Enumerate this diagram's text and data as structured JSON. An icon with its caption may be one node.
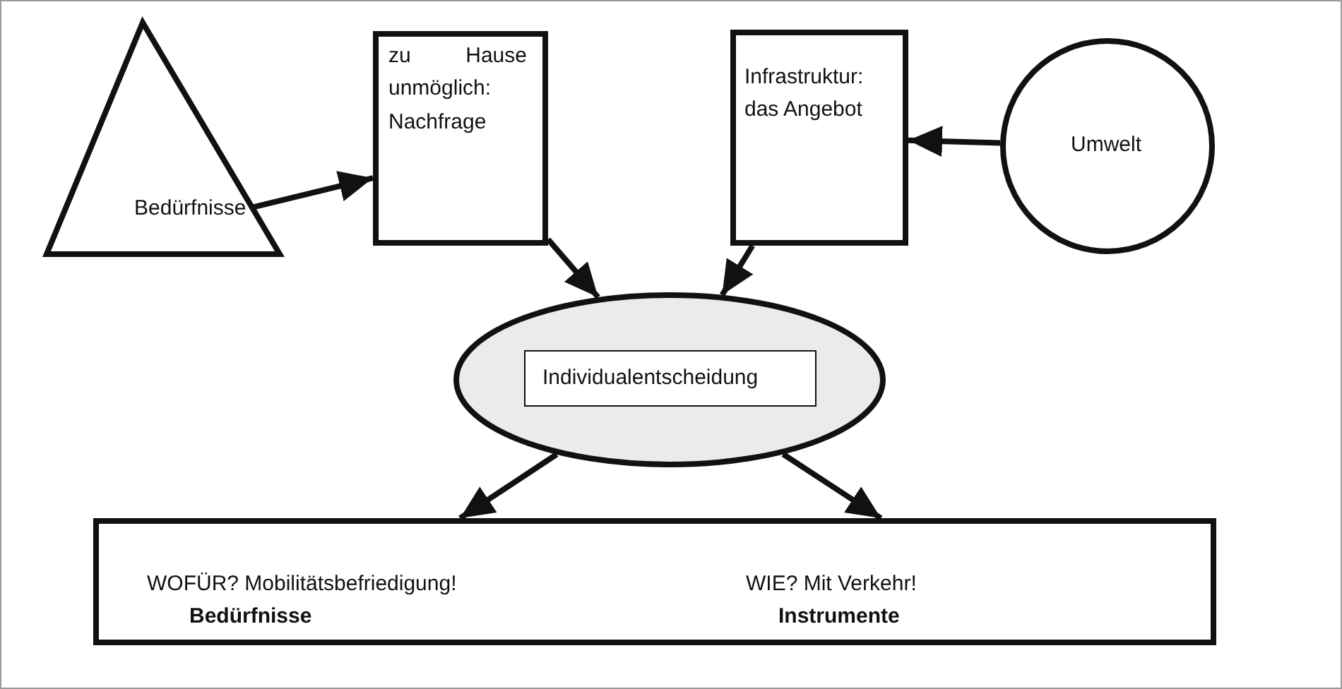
{
  "diagram": {
    "nodes": [
      {
        "text": [
          "Bedürfnisse"
        ]
      },
      {
        "text": [
          "zu Hause unmöglich: Nachfrage"
        ]
      },
      {
        "text": [
          "Infrastruktur: das Angebot"
        ]
      },
      {
        "text": [
          "Umwelt"
        ]
      },
      {
        "text": [],
        "shape": "ellipse"
      },
      {
        "text": [
          "Individualentscheidung"
        ],
        "in": 4
      },
      {
        "text": [
          "WOFÜR? Mobilitätsbefriedigung!",
          "Bedürfnisse",
          "WIE? Mit Verkehr!",
          "Instrumente"
        ]
      }
    ],
    "edges": [
      {
        "from": 0,
        "to": 1,
        "arrow": "to"
      },
      {
        "from": 1,
        "to": 4,
        "arrow": "to"
      },
      {
        "from": 2,
        "to": 4,
        "arrow": "to"
      },
      {
        "from": 3,
        "to": 2,
        "arrow": "to"
      },
      {
        "from": 4,
        "to": 6,
        "arrow": "to"
      },
      {
        "from": 4,
        "to": 6,
        "arrow": "to"
      }
    ]
  }
}
